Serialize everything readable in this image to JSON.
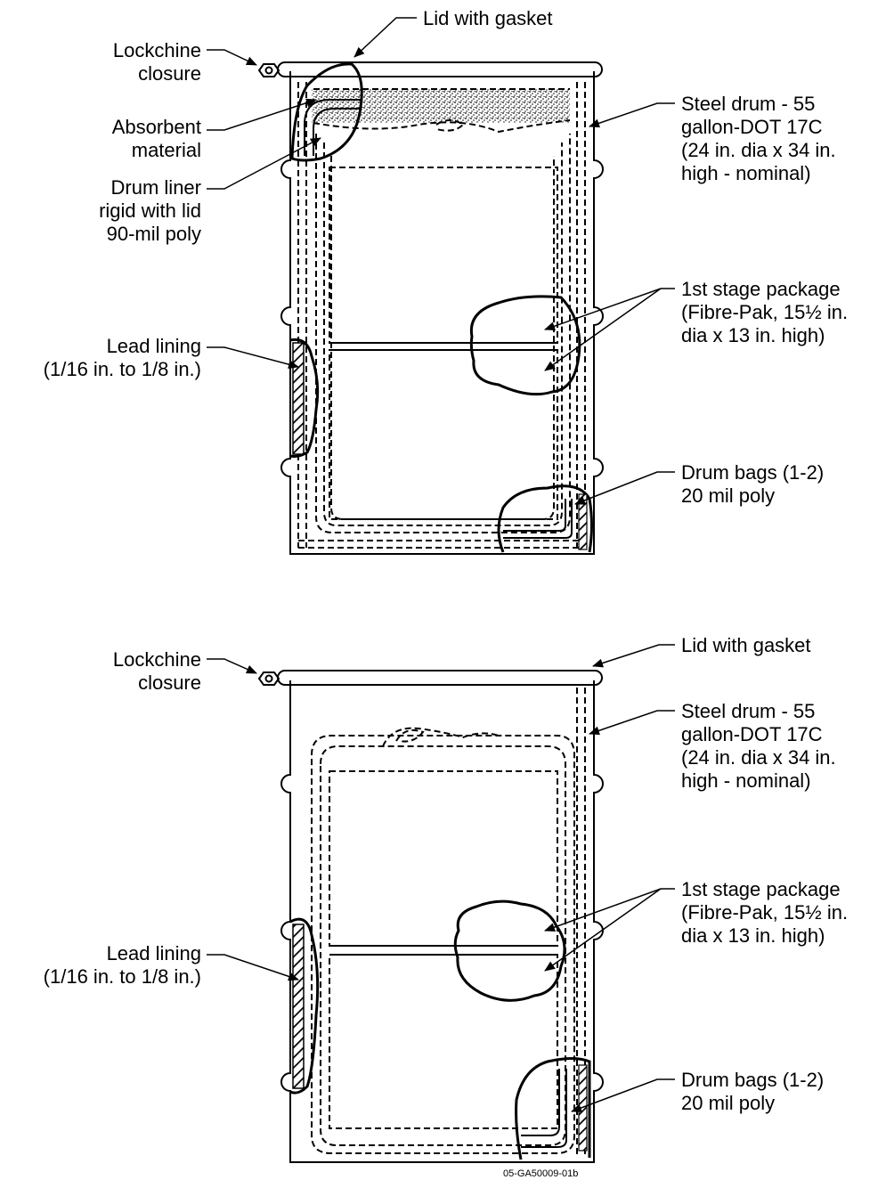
{
  "colors": {
    "ink": "#000000",
    "background": "#ffffff"
  },
  "icons": {
    "lockchine_nut": "hexagon-nut-icon",
    "absorbent_fill": "stipple-pattern",
    "lead_fill": "hatch-pattern"
  },
  "top": {
    "lid_label": "Lid with gasket",
    "lockchine_line1": "Lockchine",
    "lockchine_line2": "closure",
    "absorbent_line1": "Absorbent",
    "absorbent_line2": "material",
    "liner_line1": "Drum liner",
    "liner_line2": "rigid with lid",
    "liner_line3": "90-mil poly",
    "steel_line1": "Steel drum - 55",
    "steel_line2": "gallon-DOT 17C",
    "steel_line3": "(24 in. dia x 34 in.",
    "steel_line4": "high - nominal)",
    "stage_line1": "1st stage package",
    "stage_line2": "(Fibre-Pak, 15½ in.",
    "stage_line3": "dia x 13 in. high)",
    "lead_line1": "Lead lining",
    "lead_line2": "(1/16 in. to 1/8 in.)",
    "bags_line1": "Drum bags (1-2)",
    "bags_line2": "20 mil poly"
  },
  "bottom": {
    "lid_label": "Lid with gasket",
    "lockchine_line1": "Lockchine",
    "lockchine_line2": "closure",
    "steel_line1": "Steel drum - 55",
    "steel_line2": "gallon-DOT 17C",
    "steel_line3": "(24 in. dia x 34 in.",
    "steel_line4": "high - nominal)",
    "stage_line1": "1st stage package",
    "stage_line2": "(Fibre-Pak, 15½ in.",
    "stage_line3": "dia x 13 in. high)",
    "lead_line1": "Lead lining",
    "lead_line2": "(1/16 in. to 1/8 in.)",
    "bags_line1": "Drum bags (1-2)",
    "bags_line2": "20 mil poly"
  },
  "figure_id": "05-GA50009-01b"
}
